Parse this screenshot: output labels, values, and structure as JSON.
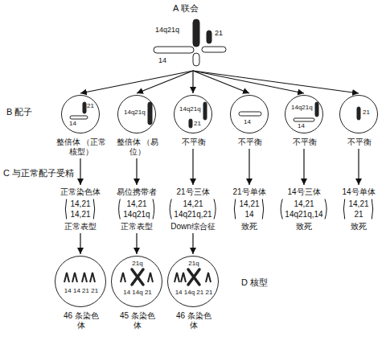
{
  "diagram": {
    "nodes": [
      {
        "text": [
          "14q21q",
          "21",
          "14"
        ]
      },
      {
        "text": [
          "21",
          "14",
          "整倍体 （正常核型）"
        ]
      },
      {
        "text": [
          "14q21q",
          "整倍体 （易位）"
        ]
      },
      {
        "text": [
          "14q21q",
          "21",
          "不平衡"
        ]
      },
      {
        "text": [
          "14",
          "不平衡"
        ]
      },
      {
        "text": [
          "14q21q",
          "14",
          "不平衡"
        ]
      },
      {
        "text": [
          "21",
          "不平衡"
        ]
      },
      {
        "text": [
          "正常染色体",
          "14,21",
          "14,21",
          "正常表型"
        ]
      },
      {
        "text": [
          "易位携带者",
          "14,21",
          "14q21q",
          "正常表型"
        ]
      },
      {
        "text": [
          "21号三体",
          "14,21",
          "14q21q,21",
          "Down综合征"
        ]
      },
      {
        "text": [
          "21号单体",
          "14,21",
          "14",
          "致死"
        ]
      },
      {
        "text": [
          "14号三体",
          "14,21",
          "14q21q,14",
          "致死"
        ]
      },
      {
        "text": [
          "14号单体",
          "14,21",
          "21",
          "致死"
        ]
      },
      {
        "text": [
          "14 14 21 21",
          "46 条染色体"
        ]
      },
      {
        "text": [
          "21q",
          "14 14q 21",
          "45 条染色体"
        ]
      },
      {
        "text": [
          "21q",
          "14 14q 21 21",
          "46 条染色体"
        ]
      }
    ],
    "edges": [
      {
        "from": 0,
        "to": 1,
        "arrow": "to"
      },
      {
        "from": 0,
        "to": 2,
        "arrow": "to"
      },
      {
        "from": 0,
        "to": 3,
        "arrow": "to"
      },
      {
        "from": 0,
        "to": 4,
        "arrow": "to"
      },
      {
        "from": 0,
        "to": 5,
        "arrow": "to"
      },
      {
        "from": 0,
        "to": 6,
        "arrow": "to"
      },
      {
        "from": 1,
        "to": 7,
        "arrow": "to"
      },
      {
        "from": 2,
        "to": 8,
        "arrow": "to"
      },
      {
        "from": 3,
        "to": 9,
        "arrow": "to"
      },
      {
        "from": 4,
        "to": 10,
        "arrow": "to"
      },
      {
        "from": 5,
        "to": 11,
        "arrow": "to"
      },
      {
        "from": 6,
        "to": 12,
        "arrow": "to"
      },
      {
        "from": 7,
        "to": 13,
        "arrow": "to"
      },
      {
        "from": 8,
        "to": 14,
        "arrow": "to"
      },
      {
        "from": 9,
        "to": 15,
        "arrow": "to"
      }
    ],
    "labels": [
      "A 联会",
      "B 配子",
      "C 与正常配子受精",
      "D 核型"
    ]
  }
}
